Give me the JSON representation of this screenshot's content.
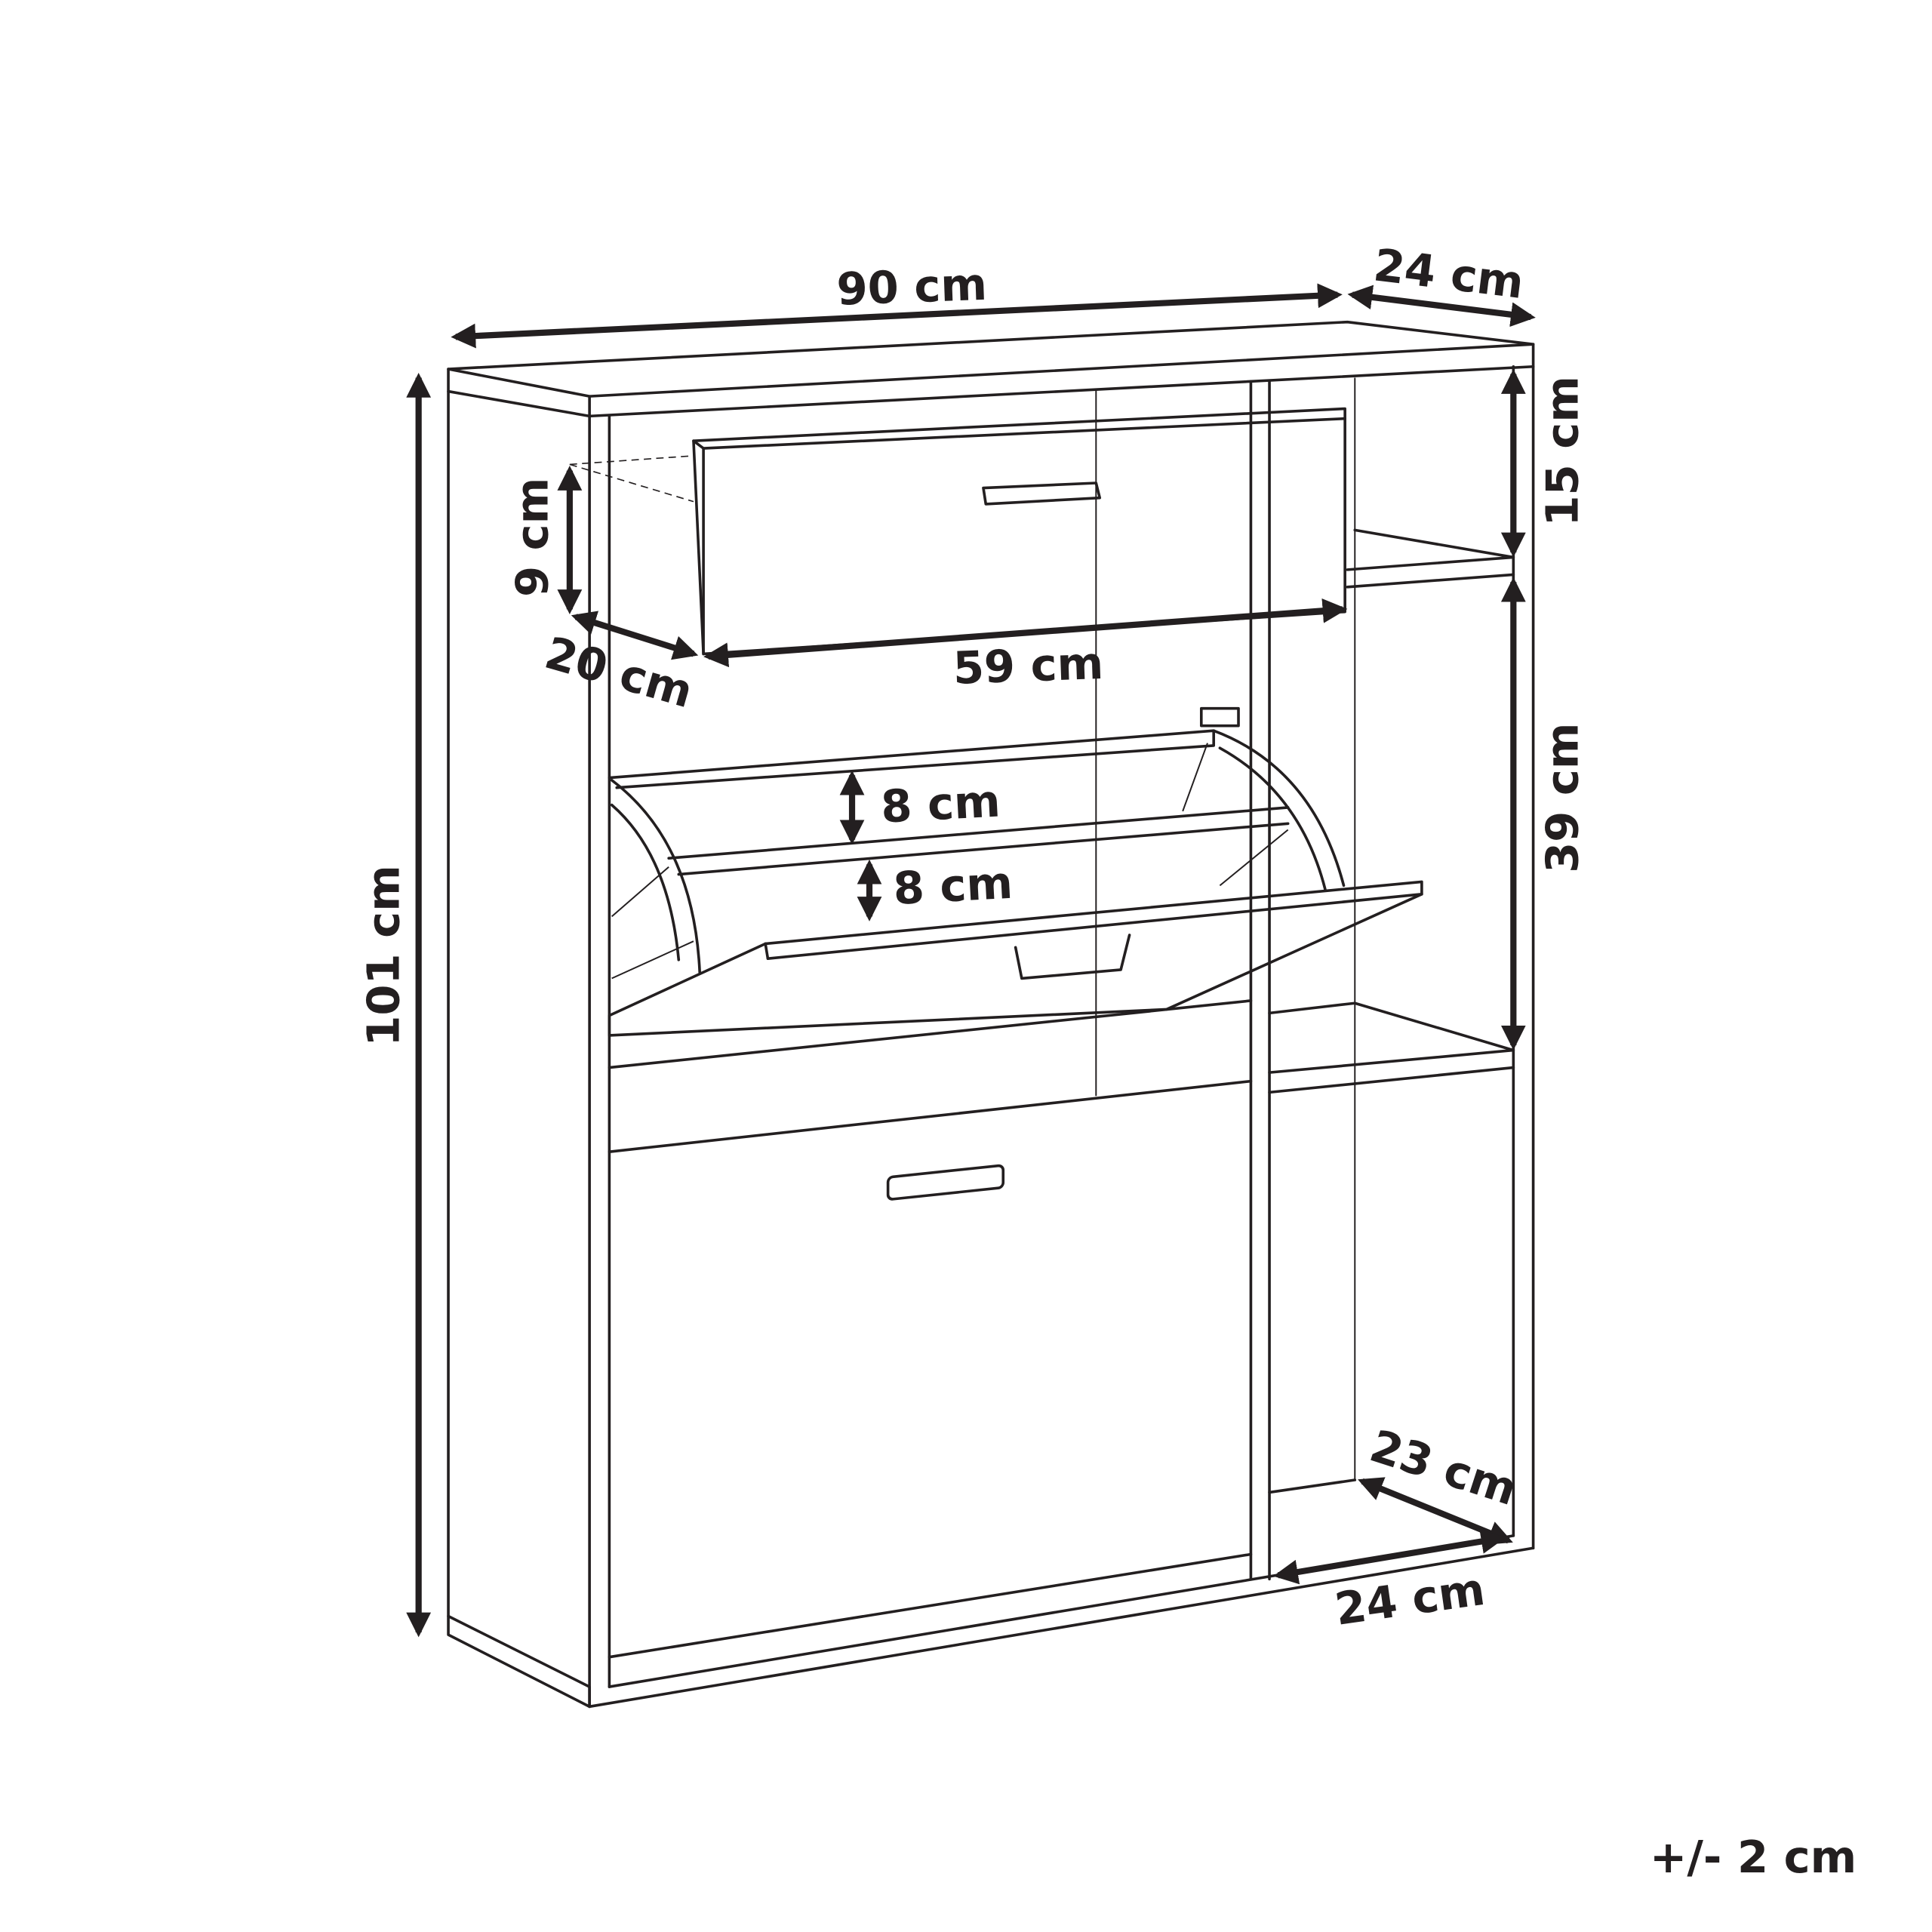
{
  "title": "Shoe cabinet dimensions",
  "dimensions": {
    "width": "90 cm",
    "depth_top": "24 cm",
    "top_compartment_height": "15 cm",
    "middle_compartment_height": "39 cm",
    "drawer_height": "9 cm",
    "drawer_depth": "20 cm",
    "drawer_width": "59 cm",
    "shelf_gap_upper": "8 cm",
    "shelf_gap_lower": "8 cm",
    "total_height": "101 cm",
    "inner_depth_bottom": "23 cm",
    "open_compartment_width": "24 cm"
  },
  "tolerance": "+/- 2 cm"
}
